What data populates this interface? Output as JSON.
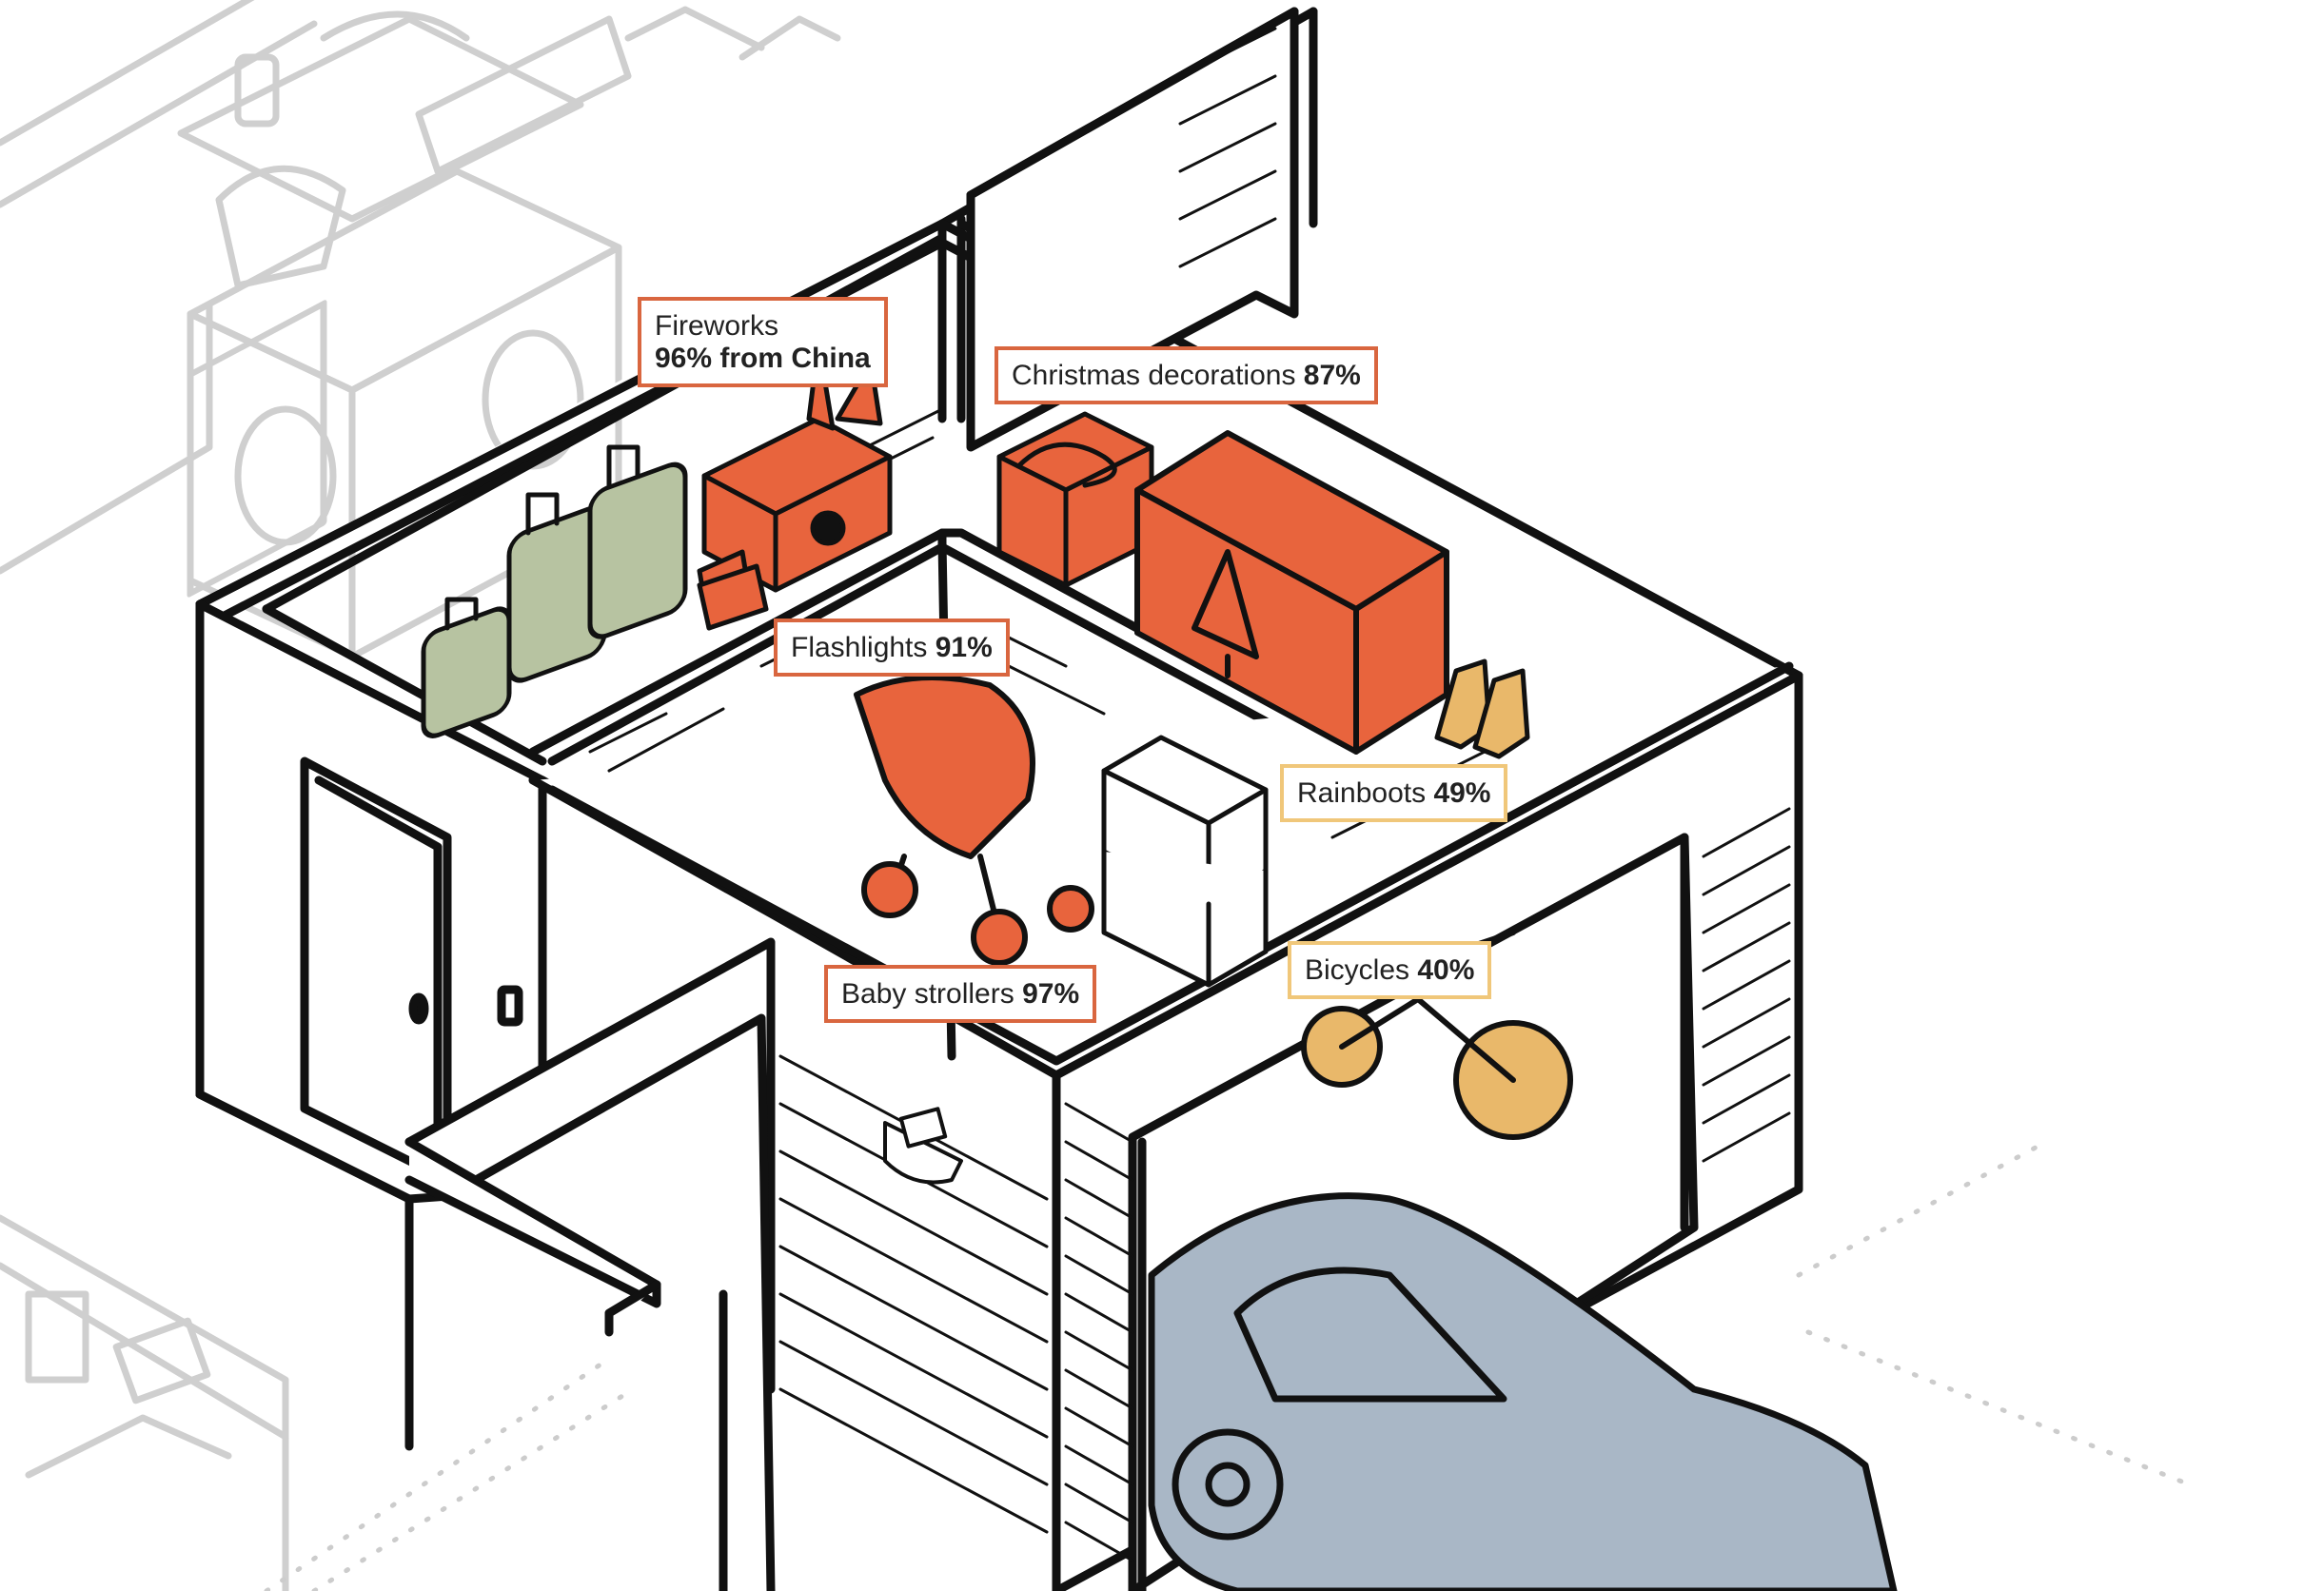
{
  "palette": {
    "line": "#111111",
    "ghost_line": "#c9c9c9",
    "made_in_china_orange": "#e8643d",
    "partial_tan": "#e9b86a",
    "luggage_green": "#b7c3a1",
    "car_blue_gray": "#a9b7c6",
    "callout_orange_border": "#d9663f",
    "callout_tan_border": "#f0c77a"
  },
  "callouts": [
    {
      "id": "fireworks",
      "name": "Fireworks",
      "value": "96% from China",
      "style": "orange",
      "layout": "two-line"
    },
    {
      "id": "christmas",
      "name": "Christmas decorations",
      "value": "87%",
      "style": "orange",
      "layout": "inline"
    },
    {
      "id": "flashlights",
      "name": "Flashlights",
      "value": "91%",
      "style": "orange",
      "layout": "inline"
    },
    {
      "id": "rainboots",
      "name": "Rainboots",
      "value": "49%",
      "style": "tan",
      "layout": "inline"
    },
    {
      "id": "bicycles",
      "name": "Bicycles",
      "value": "40%",
      "style": "tan",
      "layout": "inline"
    },
    {
      "id": "strollers",
      "name": "Baby strollers",
      "value": "97%",
      "style": "orange",
      "layout": "inline"
    }
  ],
  "illustration": {
    "items": [
      {
        "icon": "fireworks-box-icon",
        "color": "orange"
      },
      {
        "icon": "christmas-lights-box-icon",
        "color": "orange"
      },
      {
        "icon": "christmas-tree-box-icon",
        "color": "orange"
      },
      {
        "icon": "flashlight-icon",
        "color": "orange"
      },
      {
        "icon": "baby-stroller-icon",
        "color": "orange"
      },
      {
        "icon": "rainboots-icon",
        "color": "tan"
      },
      {
        "icon": "bicycle-icon",
        "color": "tan"
      },
      {
        "icon": "suitcase-icon",
        "color": "green"
      },
      {
        "icon": "storage-bins-icon",
        "color": "none"
      },
      {
        "icon": "car-icon",
        "color": "blue-gray"
      }
    ]
  }
}
